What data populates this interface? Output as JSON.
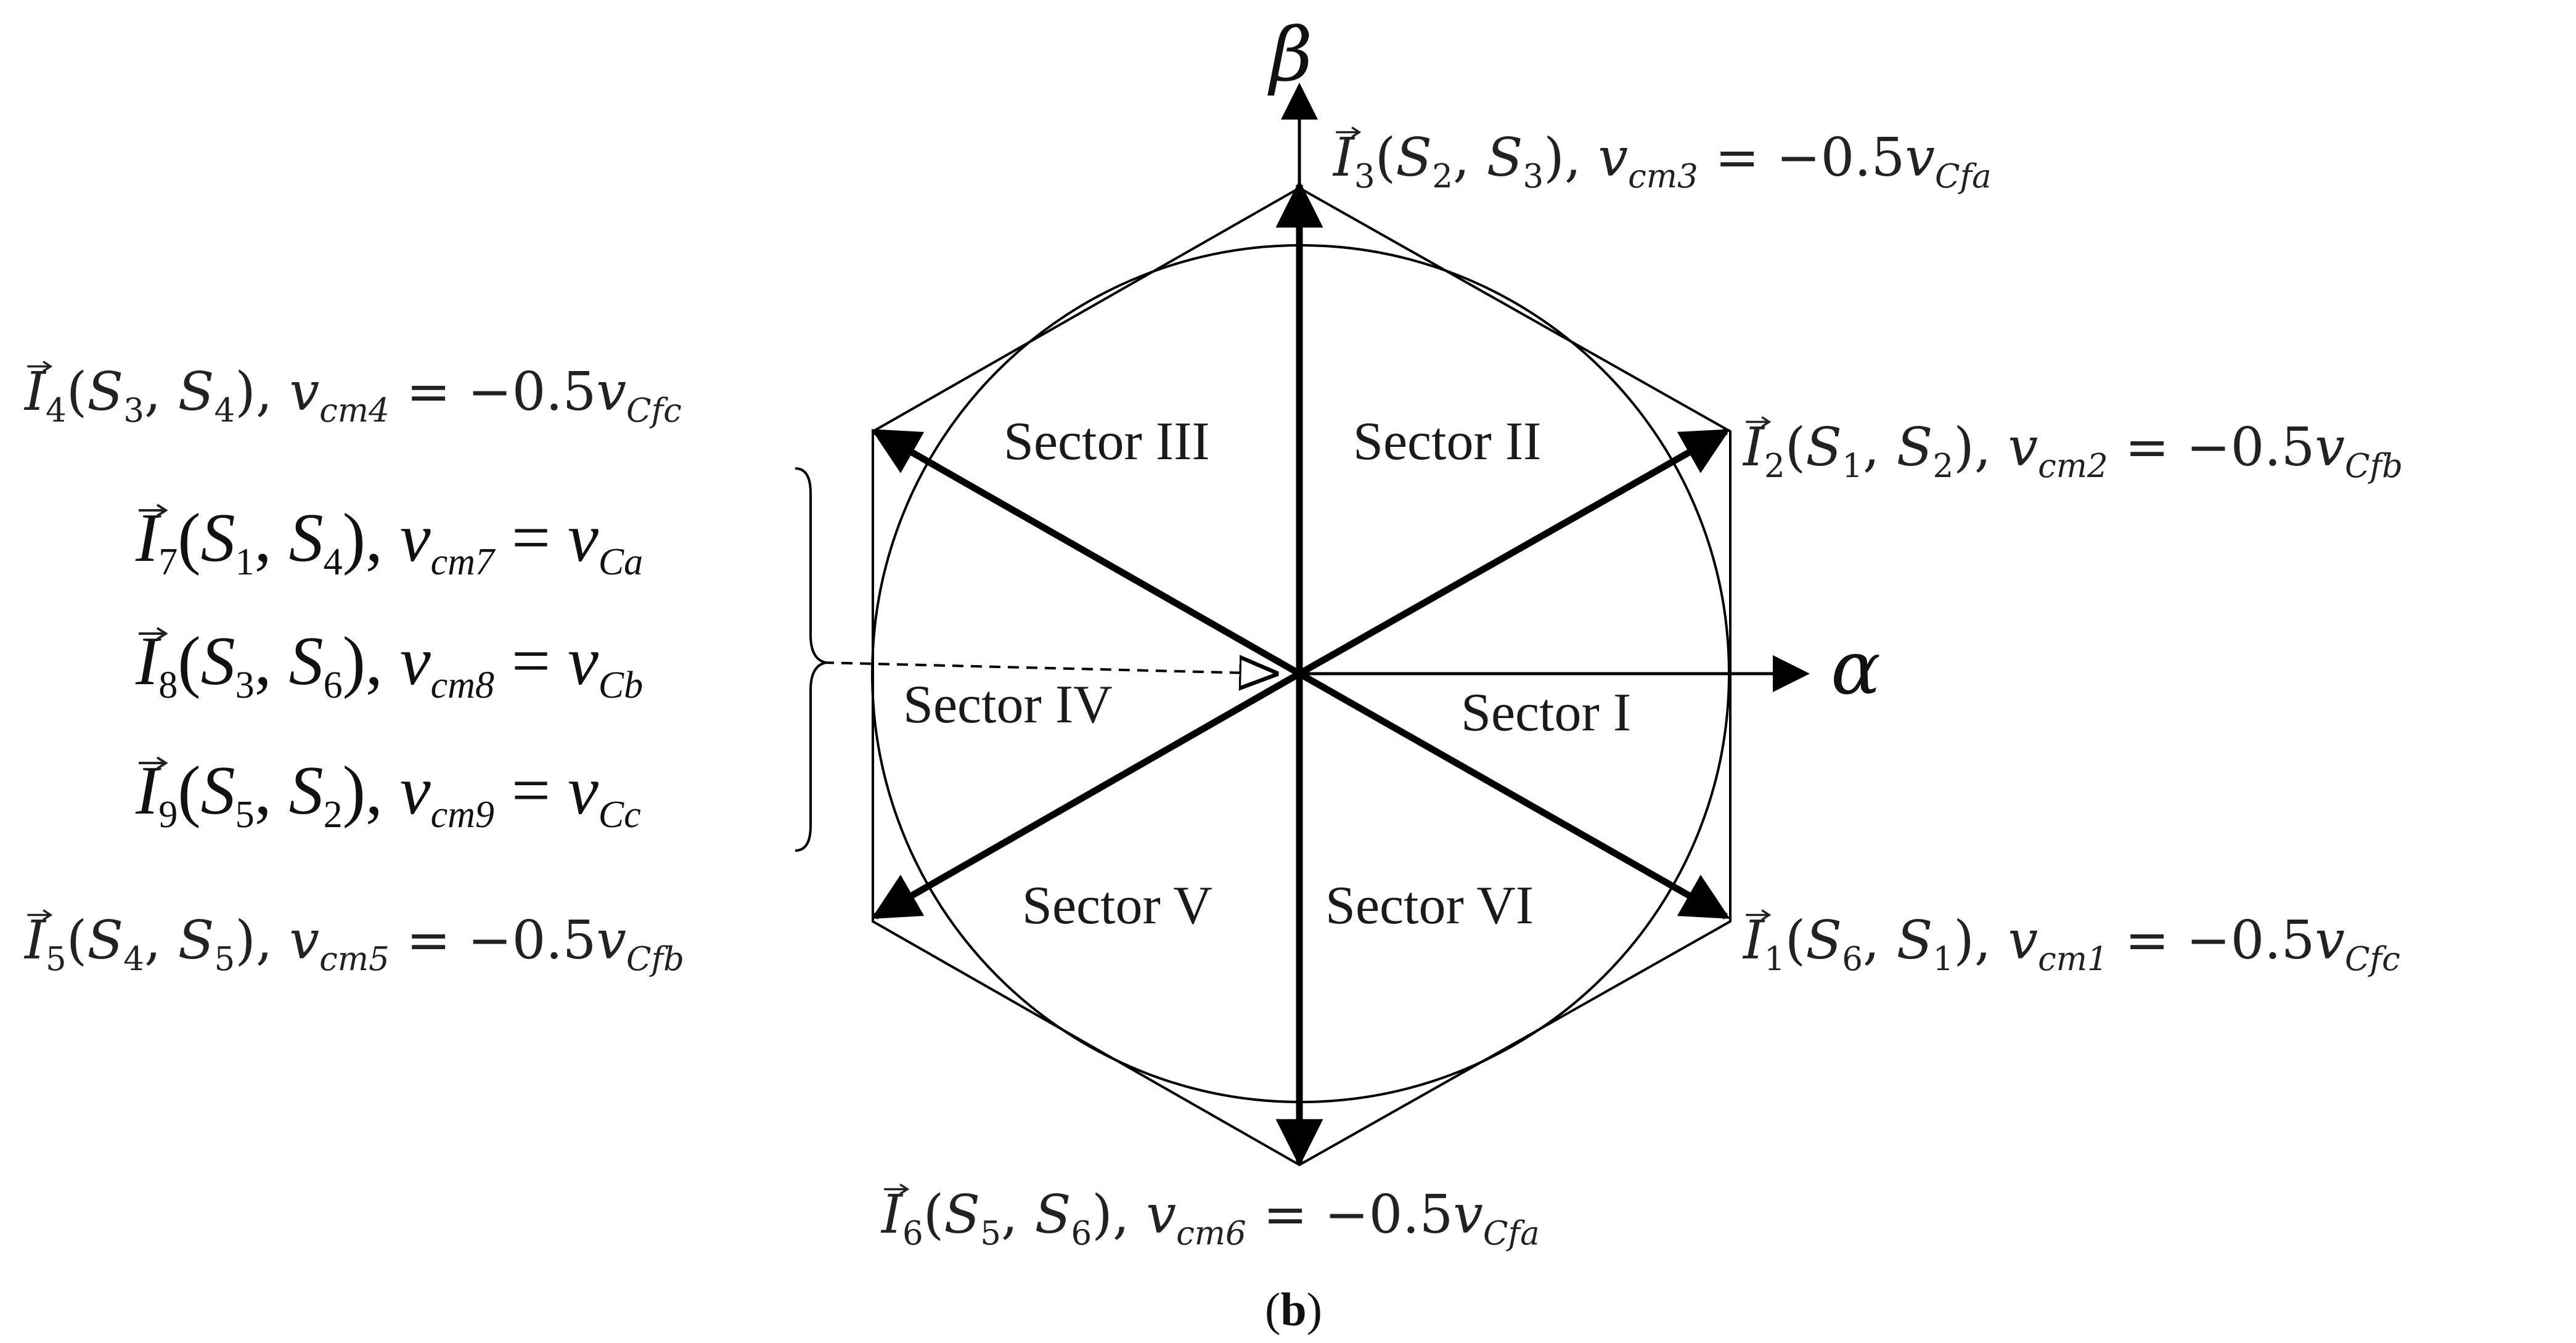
{
  "axes": {
    "alpha": "α",
    "beta": "β"
  },
  "sectors": [
    "Sector I",
    "Sector II",
    "Sector III",
    "Sector IV",
    "Sector V",
    "Sector VI"
  ],
  "vectors": [
    {
      "id": "I1",
      "name": "I",
      "sub": "1",
      "s1": "6",
      "s2": "1",
      "vcm": "cm1",
      "rhs": "= −0.5",
      "vsub": "Cfc"
    },
    {
      "id": "I2",
      "name": "I",
      "sub": "2",
      "s1": "1",
      "s2": "2",
      "vcm": "cm2",
      "rhs": "= −0.5",
      "vsub": "Cfb"
    },
    {
      "id": "I3",
      "name": "I",
      "sub": "3",
      "s1": "2",
      "s2": "3",
      "vcm": "cm3",
      "rhs": "= −0.5",
      "vsub": "Cfa"
    },
    {
      "id": "I4",
      "name": "I",
      "sub": "4",
      "s1": "3",
      "s2": "4",
      "vcm": "cm4",
      "rhs": "= −0.5",
      "vsub": "Cfc"
    },
    {
      "id": "I5",
      "name": "I",
      "sub": "5",
      "s1": "4",
      "s2": "5",
      "vcm": "cm5",
      "rhs": "= −0.5",
      "vsub": "Cfb"
    },
    {
      "id": "I6",
      "name": "I",
      "sub": "6",
      "s1": "5",
      "s2": "6",
      "vcm": "cm6",
      "rhs": "= −0.5",
      "vsub": "Cfa"
    }
  ],
  "zero_vectors": [
    {
      "id": "I7",
      "name": "I",
      "sub": "7",
      "s1": "1",
      "s2": "4",
      "vcm": "cm7",
      "rhs": "=",
      "vsub": "Ca"
    },
    {
      "id": "I8",
      "name": "I",
      "sub": "8",
      "s1": "3",
      "s2": "6",
      "vcm": "cm8",
      "rhs": "=",
      "vsub": "Cb"
    },
    {
      "id": "I9",
      "name": "I",
      "sub": "9",
      "s1": "5",
      "s2": "2",
      "vcm": "cm9",
      "rhs": "=",
      "vsub": "Cc"
    }
  ],
  "symbols": {
    "s": "S",
    "v": "v"
  },
  "caption": {
    "open": "(",
    "letter": "b",
    "close": ")"
  }
}
